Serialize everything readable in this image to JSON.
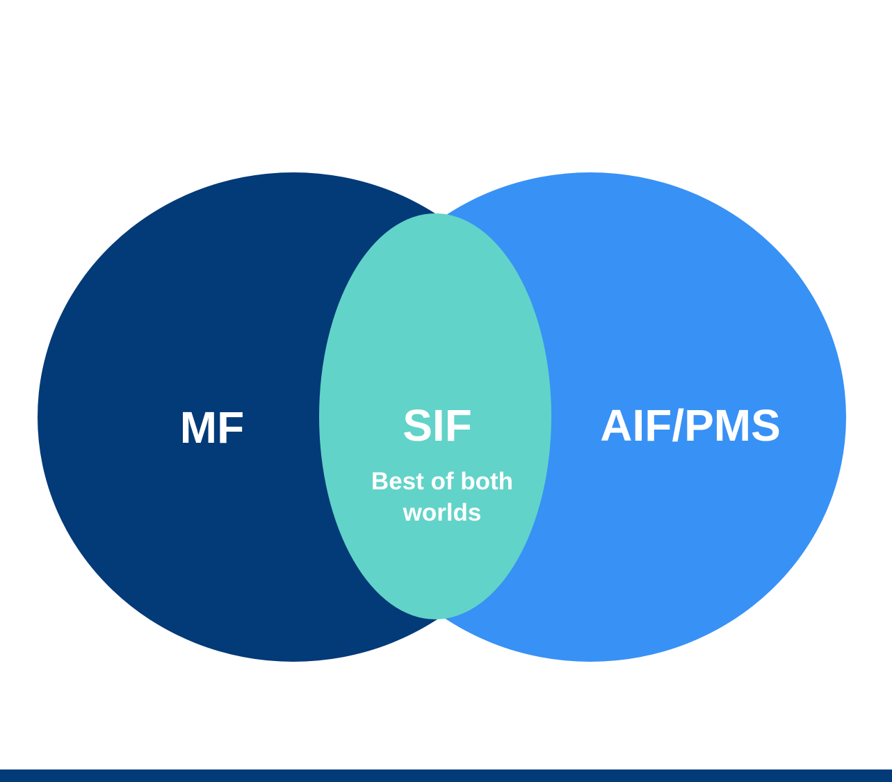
{
  "venn": {
    "left": {
      "label": "MF",
      "color": "#033a78"
    },
    "right": {
      "label": "AIF/PMS",
      "color": "#3891f5"
    },
    "overlap": {
      "label": "SIF",
      "sublabel": "Best of both worlds",
      "color": "#62d3c8"
    },
    "text_color": "#ffffff"
  },
  "footer": {
    "color": "#033a78"
  }
}
